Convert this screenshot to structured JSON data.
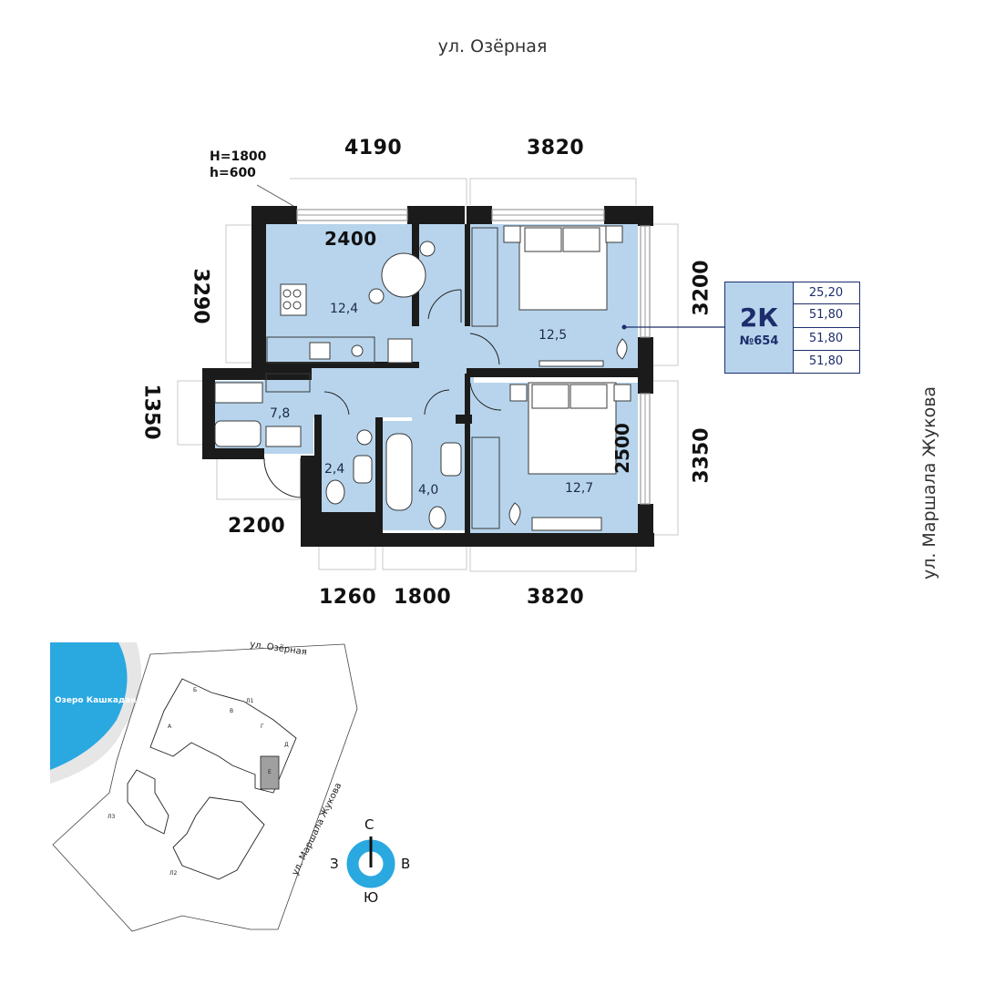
{
  "streets": {
    "top": "ул. Озёрная",
    "right": "ул. Маршала Жукова"
  },
  "dimensions": {
    "top_left": "4190",
    "top_right": "3820",
    "bottom_left": "2200",
    "bottom_1": "1260",
    "bottom_2": "1800",
    "bottom_3": "3820",
    "left_upper": "3290",
    "left_lower": "1350",
    "right_upper": "3200",
    "right_lower": "3350",
    "kitchen_inner": "2400",
    "bedroom_inner": "2500"
  },
  "window_heights": {
    "H": "H=1800",
    "h": "h=600"
  },
  "rooms": {
    "kitchen": "12,4",
    "bedroom_top": "12,5",
    "bedroom_bottom": "12,7",
    "hall": "7,8",
    "wc": "2,4",
    "bath": "4,0"
  },
  "apartment": {
    "type": "2К",
    "number": "№654",
    "areas": [
      "25,20",
      "51,80",
      "51,80",
      "51,80"
    ]
  },
  "site_map": {
    "lake": "Озеро Кашкадан",
    "street_top": "ул. Озёрная",
    "street_side": "ул. Маршала Жукова",
    "buildings": [
      "Л1",
      "Л2",
      "Л3"
    ],
    "sections": [
      "А",
      "Б",
      "В",
      "Г",
      "Д",
      "Е"
    ]
  },
  "compass": {
    "n": "С",
    "s": "Ю",
    "w": "З",
    "e": "В"
  },
  "colors": {
    "room_fill": "#b7d4ec",
    "wall": "#1b1b1b",
    "accent_blue": "#1d2d6b",
    "lake": "#2aa8e0",
    "highlight_section": "#a0a0a0"
  }
}
